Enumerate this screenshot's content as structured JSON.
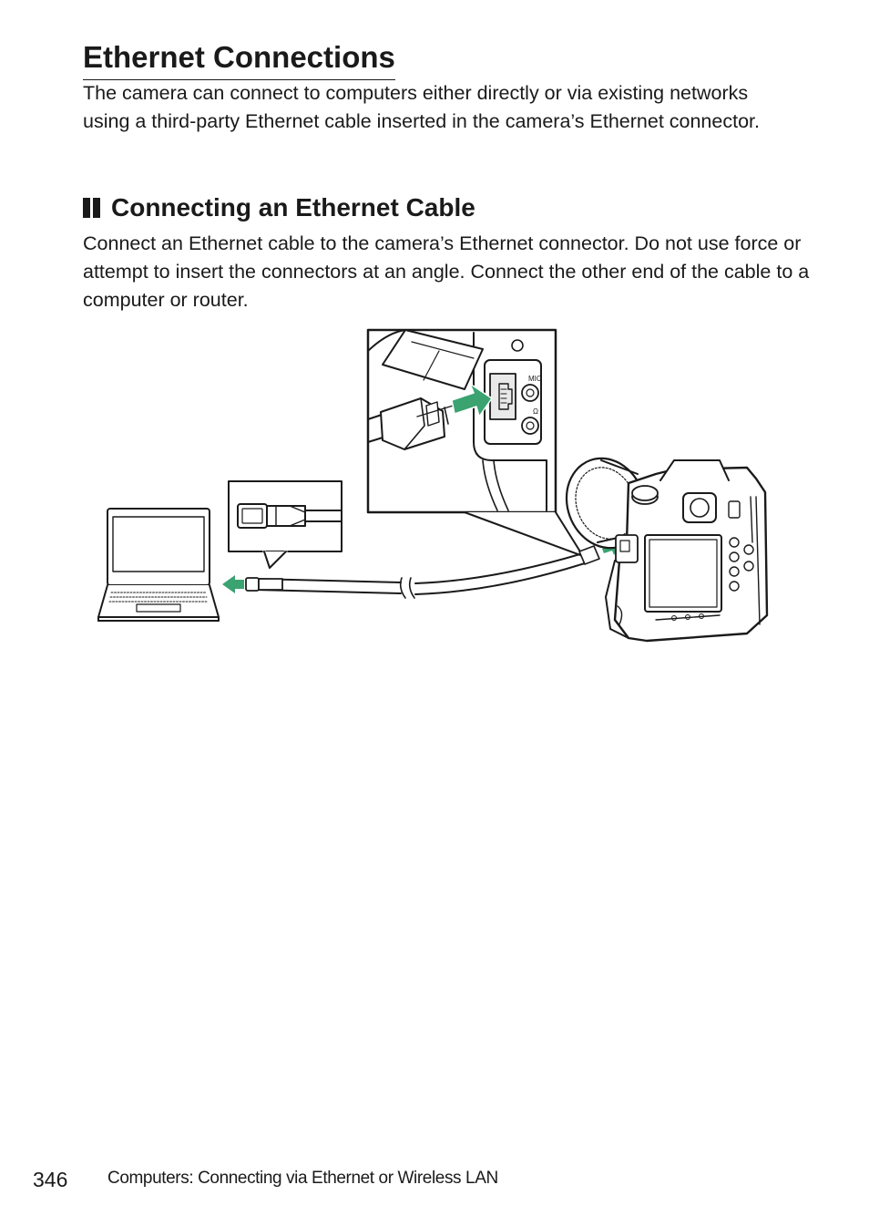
{
  "page": {
    "title": "Ethernet Connections",
    "intro": "The camera can connect to computers either directly or via existing networks using a third-party Ethernet cable inserted in the camera’s Ethernet connector."
  },
  "section": {
    "heading": "Connecting an Ethernet Cable",
    "body": "Connect an Ethernet cable to the camera’s Ethernet connector. Do not use force or attempt to insert the connectors at an angle. Connect the other end of the cable to a computer or router."
  },
  "illustration": {
    "port_label_mic": "MIC",
    "port_label_headphone": "Ω",
    "arrow_color": "#3aa370"
  },
  "footer": {
    "page_number": "346",
    "section_title": "Computers: Connecting via Ethernet or Wireless LAN"
  }
}
